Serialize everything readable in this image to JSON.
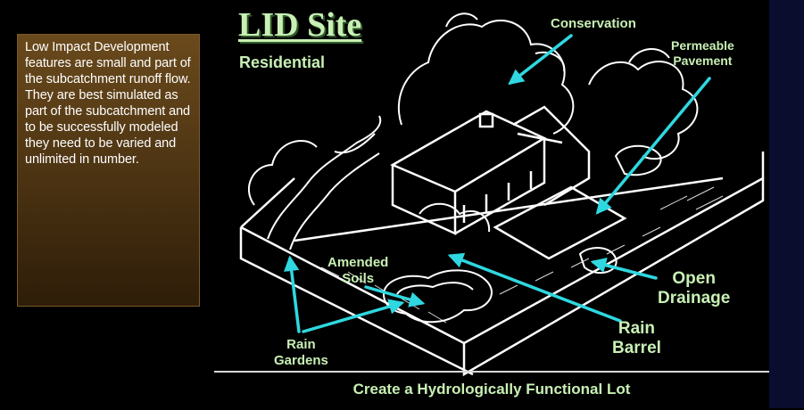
{
  "info_text": "Low Impact Development features are small and part of the subcatchment runoff flow.  They are best simulated as part of the subcatchment and to be successfully modeled they need to be varied and unlimited in number.",
  "title": "LID Site",
  "subtitle": "Residential",
  "labels": {
    "conservation": "Conservation",
    "permeable_pavement_1": "Permeable",
    "permeable_pavement_2": "Pavement",
    "amended_soils_1": "Amended",
    "amended_soils_2": "Soils",
    "open_drainage_1": "Open",
    "open_drainage_2": "Drainage",
    "rain_barrel_1": "Rain",
    "rain_barrel_2": "Barrel",
    "rain_gardens_1": "Rain",
    "rain_gardens_2": "Gardens"
  },
  "footer": "Create a Hydrologically Functional Lot",
  "colors": {
    "background": "#000000",
    "label_green": "#c8f0b4",
    "arrow_cyan": "#2fd8e0",
    "box_brown": "#5a3d16",
    "right_strip": "#0a0d2e"
  }
}
